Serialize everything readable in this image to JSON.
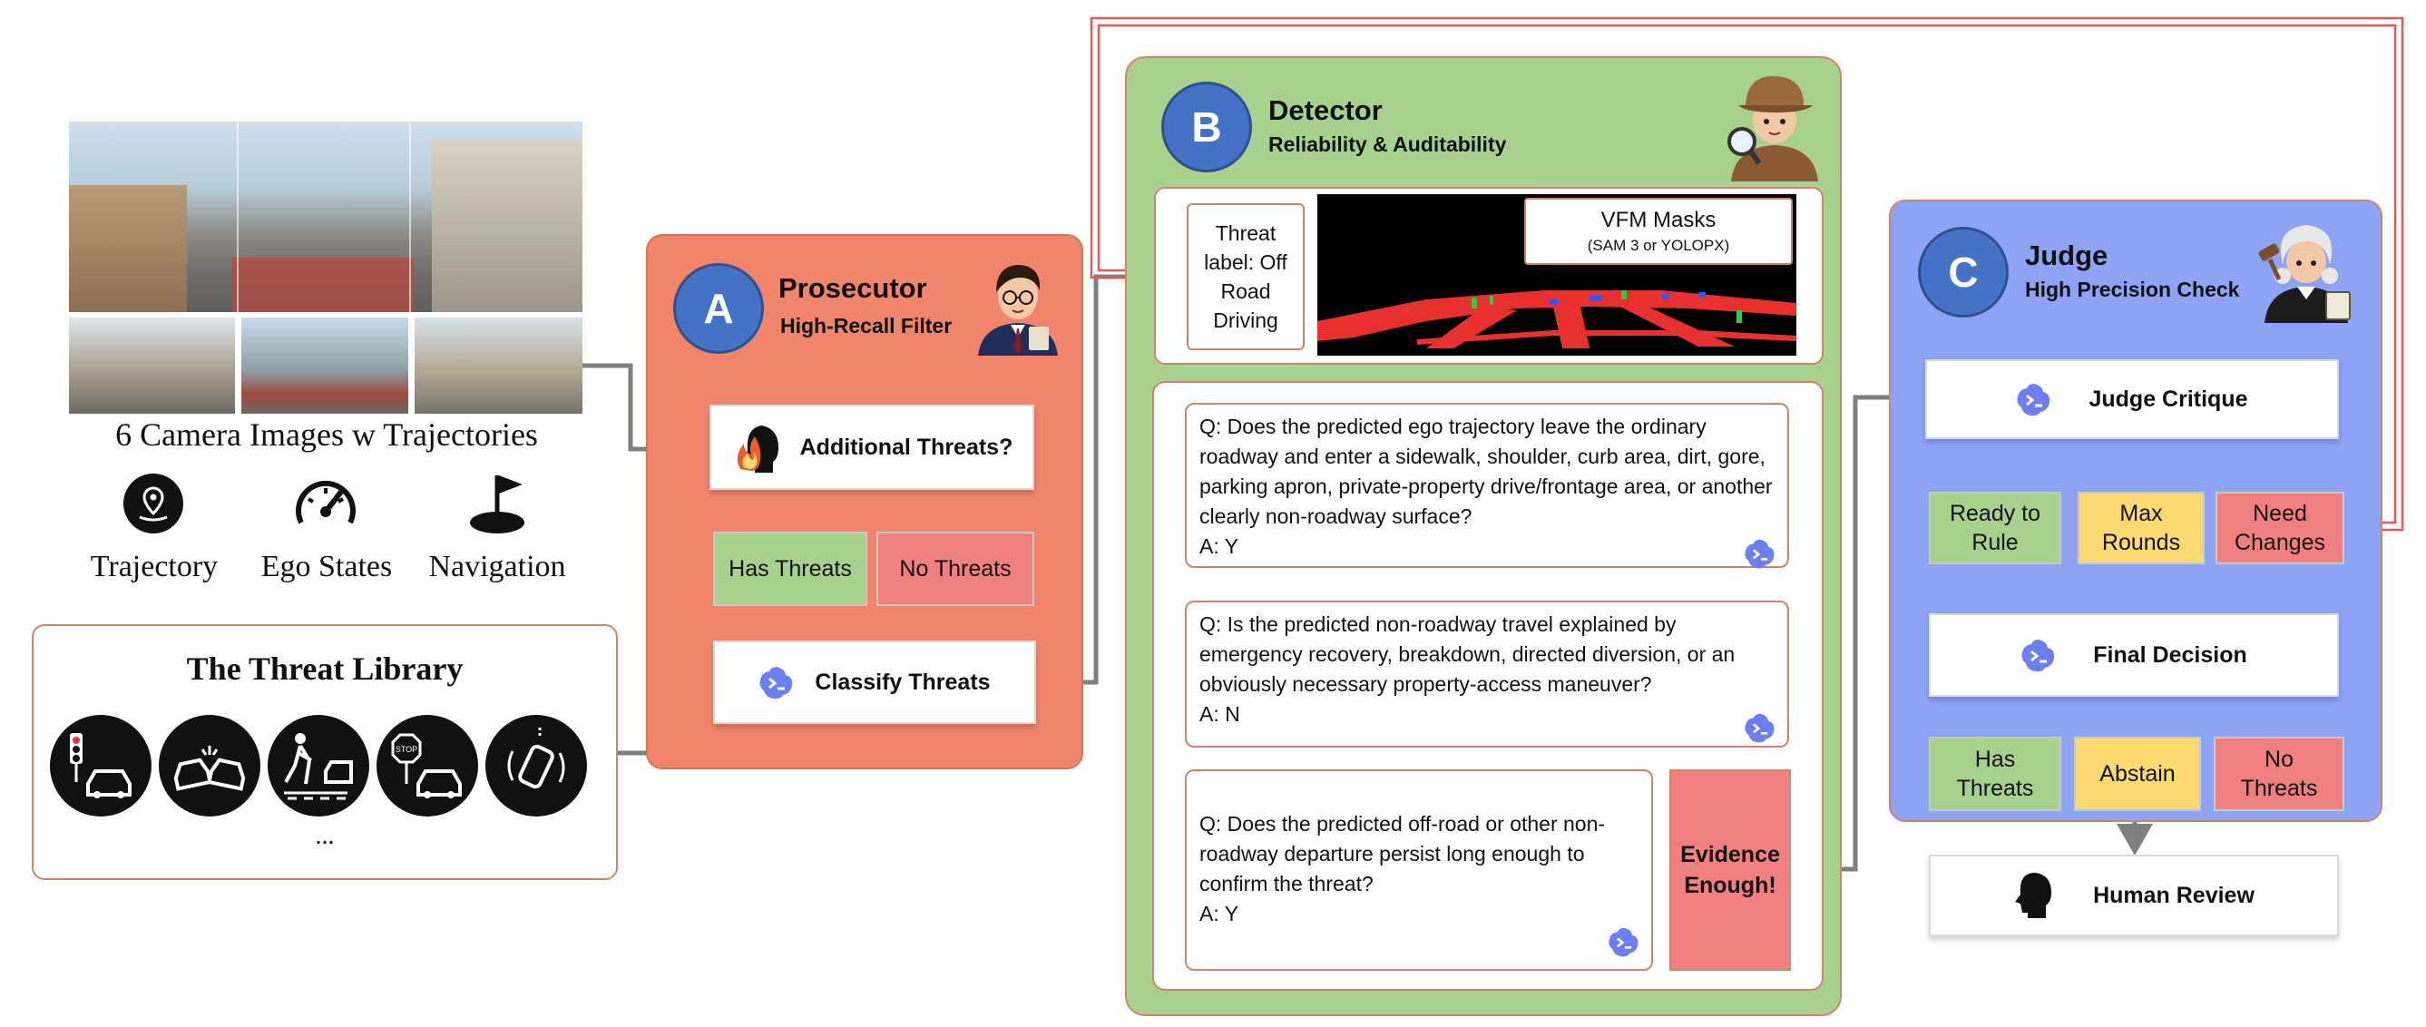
{
  "inputs": {
    "camera_caption": "6 Camera Images w Trajectories",
    "trajectory": "Trajectory",
    "ego_states": "Ego States",
    "navigation": "Navigation"
  },
  "library": {
    "title": "The Threat Library",
    "ellipsis": "..."
  },
  "prosecutor": {
    "badge": "A",
    "title": "Prosecutor",
    "subtitle": "High-Recall Filter",
    "additional": "Additional Threats?",
    "has_threats": "Has Threats",
    "no_threats": "No Threats",
    "classify": "Classify Threats"
  },
  "detector": {
    "badge": "B",
    "title": "Detector",
    "subtitle": "Reliability & Auditability",
    "threat_label": "Threat label: Off Road Driving",
    "vfm_title": "VFM Masks",
    "vfm_sub": "(SAM 3 or YOLOPX)",
    "q1": "Q: Does the predicted ego trajectory leave the ordinary roadway and enter a sidewalk, shoulder, curb area, dirt, gore, parking apron, private-property drive/frontage area, or another clearly non-roadway surface?",
    "a1": "A: Y",
    "q2": "Q: Is the predicted non-roadway travel explained by emergency recovery, breakdown, directed diversion, or an obviously necessary property-access maneuver?",
    "a2": "A: N",
    "q3": "Q: Does the predicted off-road or other non-roadway departure persist long enough to confirm the threat?",
    "a3": "A: Y",
    "evidence": "Evidence Enough!"
  },
  "judge": {
    "badge": "C",
    "title": "Judge",
    "subtitle": "High Precision Check",
    "critique": "Judge Critique",
    "ready": "Ready to Rule",
    "max_rounds": "Max Rounds",
    "need_changes": "Need Changes",
    "final": "Final Decision",
    "has_threats": "Has Threats",
    "abstain": "Abstain",
    "no_threats": "No Threats",
    "human_review": "Human Review"
  },
  "colors": {
    "prosecutor_bg": "#f0856c",
    "detector_bg": "#a9d18e",
    "judge_bg": "#8fa3f5",
    "badge": "#4472c4",
    "arrow": "#7f7f7f",
    "feedback": "#e05a5a"
  }
}
